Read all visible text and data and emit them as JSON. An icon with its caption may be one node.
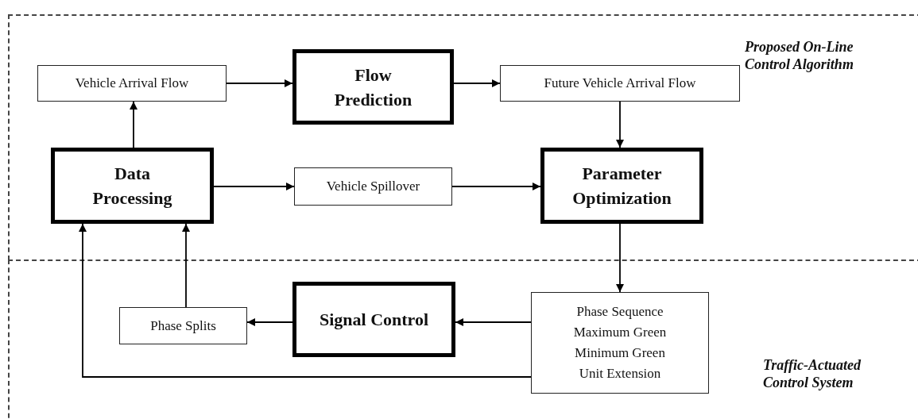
{
  "diagram": {
    "nodes": [
      {
        "text": [
          "Proposed On-Line Control Algorithm"
        ]
      },
      {
        "text": [
          "Vehicle Arrival Flow"
        ],
        "in": 0
      },
      {
        "text": [
          "Flow Prediction"
        ],
        "in": 0
      },
      {
        "text": [
          "Future Vehicle Arrival Flow"
        ],
        "in": 0
      },
      {
        "text": [
          "Data Processing"
        ],
        "in": 0
      },
      {
        "text": [
          "Vehicle Spillover"
        ],
        "in": 0
      },
      {
        "text": [
          "Parameter Optimization"
        ],
        "in": 0
      },
      {
        "text": [
          "Traffic-Actuated Control System"
        ]
      },
      {
        "text": [
          "Phase Splits"
        ],
        "in": 7
      },
      {
        "text": [
          "Signal Control"
        ],
        "in": 7
      },
      {
        "text": [
          "Phase Sequence",
          "Maximum Green",
          "Minimum Green",
          "Unit Extension"
        ],
        "in": 7
      }
    ],
    "edges": [
      {
        "from": 1,
        "to": 2,
        "arrow": "to"
      },
      {
        "from": 2,
        "to": 3,
        "arrow": "to"
      },
      {
        "from": 3,
        "to": 6,
        "arrow": "to"
      },
      {
        "from": 4,
        "to": 1,
        "arrow": "to"
      },
      {
        "from": 4,
        "to": 5,
        "arrow": "to"
      },
      {
        "from": 5,
        "to": 6,
        "arrow": "to"
      },
      {
        "from": 6,
        "to": 10,
        "arrow": "to"
      },
      {
        "from": 10,
        "to": 9,
        "arrow": "to"
      },
      {
        "from": 9,
        "to": 8,
        "arrow": "to"
      },
      {
        "from": 8,
        "to": 4,
        "arrow": "to"
      },
      {
        "from": 10,
        "to": 4,
        "arrow": "to"
      }
    ]
  }
}
